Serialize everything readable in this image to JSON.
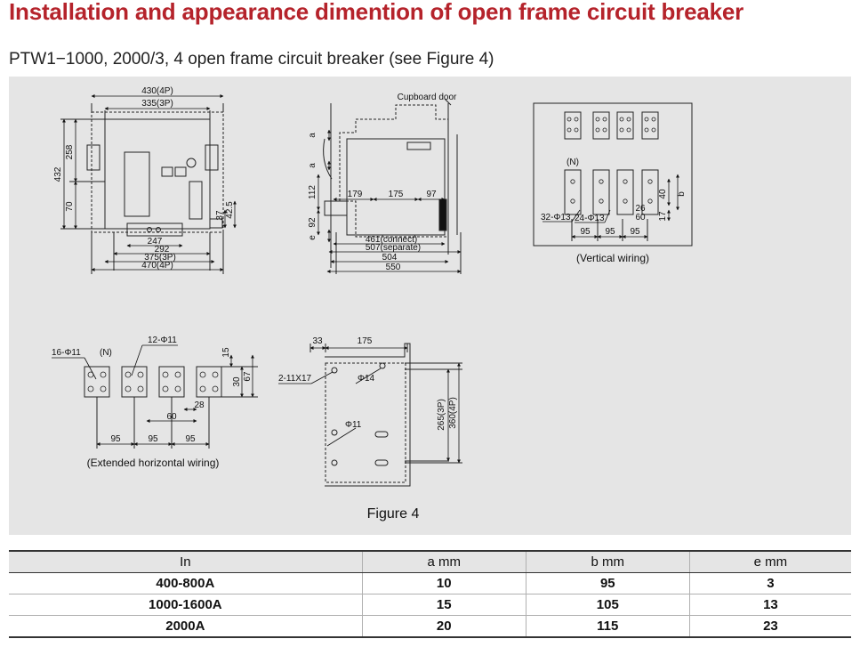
{
  "page": {
    "title": "Installation and appearance dimention of open frame circuit breaker",
    "subtitle": "PTW1−1000, 2000/3, 4 open frame circuit breaker (see Figure 4)"
  },
  "figure": {
    "caption": "Figure 4",
    "front_view": {
      "dims": [
        "430(4P)",
        "335(3P)",
        "432",
        "258",
        "70",
        "37",
        "42.5",
        "247",
        "292",
        "375(3P)",
        "470(4P)"
      ]
    },
    "side_view": {
      "label_door": "Cupboard door",
      "dims": [
        "a",
        "a",
        "112",
        "92",
        "e",
        "179",
        "175",
        "97",
        "461(connect)",
        "507(separate)",
        "504",
        "550"
      ]
    },
    "vertical_wiring": {
      "label": "(Vertical wiring)",
      "neutral": "(N)",
      "holes_a": "32-Φ13",
      "holes_b": "24-Φ13",
      "dims": [
        "26",
        "60",
        "40",
        "b",
        "17",
        "95",
        "95",
        "95"
      ]
    },
    "horizontal_wiring": {
      "label": "(Extended horizontal wiring)",
      "neutral": "(N)",
      "holes_a": "16-Φ11",
      "holes_b": "12-Φ11",
      "dims": [
        "15",
        "30",
        "67",
        "28",
        "60",
        "95",
        "95",
        "95"
      ]
    },
    "cutout_view": {
      "dims": [
        "33",
        "175",
        "2-11X17",
        "Φ14",
        "Φ11",
        "265(3P)",
        "360(4P)"
      ]
    }
  },
  "table": {
    "headers": [
      "In",
      "a mm",
      "b mm",
      "e mm"
    ],
    "rows": [
      [
        "400-800A",
        "10",
        "95",
        "3"
      ],
      [
        "1000-1600A",
        "15",
        "105",
        "13"
      ],
      [
        "2000A",
        "20",
        "115",
        "23"
      ]
    ]
  },
  "colors": {
    "title": "#b5232b",
    "panel": "#e5e5e5",
    "text": "#111111"
  }
}
